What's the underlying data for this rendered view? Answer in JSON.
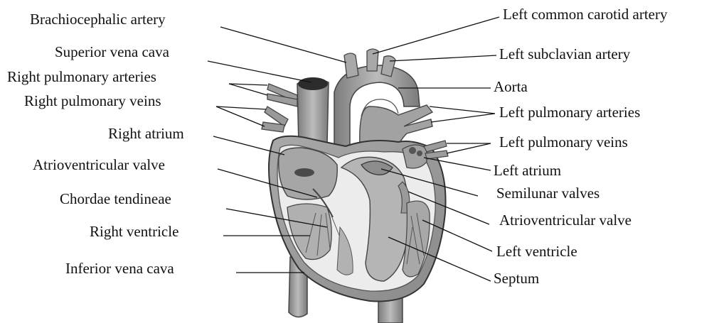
{
  "labels": {
    "brachiocephalic_artery": "Brachiocephalic artery",
    "superior_vena_cava": "Superior vena cava",
    "right_pulmonary_arteries": "Right pulmonary arteries",
    "right_pulmonary_veins": "Right pulmonary veins",
    "right_atrium": "Right atrium",
    "atrioventricular_valve_right": "Atrioventricular valve",
    "chordae_tendineae": "Chordae tendineae",
    "right_ventricle": "Right ventricle",
    "inferior_vena_cava": "Inferior vena cava",
    "left_common_carotid_artery": "Left common carotid artery",
    "left_subclavian_artery": "Left subclavian artery",
    "aorta": "Aorta",
    "left_pulmonary_arteries": "Left pulmonary arteries",
    "left_pulmonary_veins": "Left pulmonary veins",
    "left_atrium": "Left atrium",
    "semilunar_valves": "Semilunar valves",
    "atrioventricular_valve_left": "Atrioventricular valve",
    "left_ventricle": "Left ventricle",
    "septum": "Septum"
  },
  "colors": {
    "outline": "#3a3a3a",
    "tissue": "#9a9a9a",
    "tissue_light": "#c4c4c4",
    "cavity": "#eeeeee",
    "dark": "#4a4a4a"
  }
}
